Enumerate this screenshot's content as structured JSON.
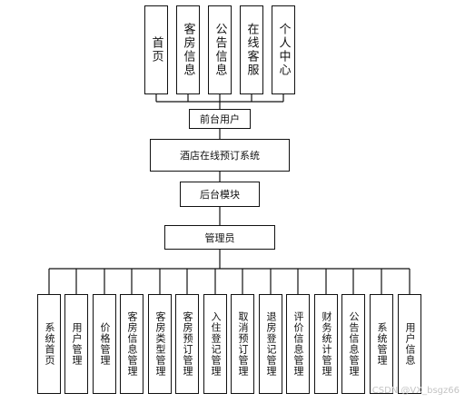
{
  "diagram": {
    "top_modules": [
      "首页",
      "客房信息",
      "公告信息",
      "在线客服",
      "个人中心"
    ],
    "front_user": "前台用户",
    "system": "酒店在线预订系统",
    "backend_module": "后台模块",
    "admin": "管理员",
    "bottom_modules": [
      "系统首页",
      "用户管理",
      "价格管理",
      "客房信息管理",
      "客房类型管理",
      "客房预订管理",
      "入住登记管理",
      "取消预订管理",
      "退房登记管理",
      "评价信息管理",
      "财务统计管理",
      "公告信息管理",
      "系统管理",
      "用户信息"
    ]
  },
  "watermark": "CSDN @VX_bsgz66"
}
